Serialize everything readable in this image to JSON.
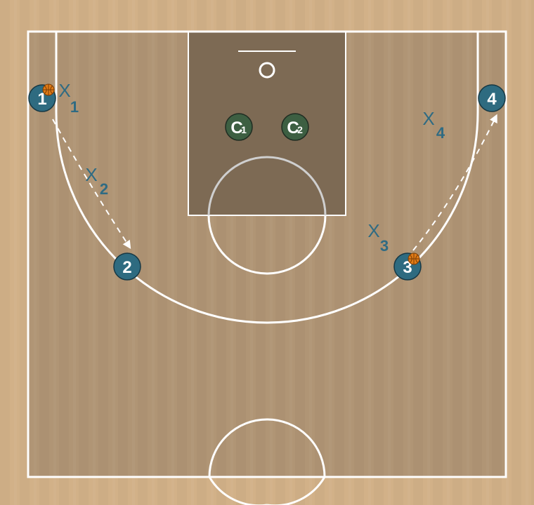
{
  "colors": {
    "outer_wood": "#d2b188",
    "court_wood": "#b09575",
    "paint": "#7d6a54",
    "lines": "#ffffff",
    "offense": "#2e6b80",
    "coach": "#3d5f42",
    "defense_text": "#2f6b83",
    "ball": "#e07b16"
  },
  "offense": [
    {
      "id": "p1",
      "label": "1",
      "has_ball": true
    },
    {
      "id": "p2",
      "label": "2",
      "has_ball": false
    },
    {
      "id": "p3",
      "label": "3",
      "has_ball": true
    },
    {
      "id": "p4",
      "label": "4",
      "has_ball": false
    }
  ],
  "coaches": [
    {
      "id": "c1",
      "label": "C",
      "sub": "1"
    },
    {
      "id": "c2",
      "label": "C",
      "sub": "2"
    }
  ],
  "defense": [
    {
      "id": "x1",
      "label": "X",
      "sub": "1"
    },
    {
      "id": "x2",
      "label": "X",
      "sub": "2"
    },
    {
      "id": "x3",
      "label": "X",
      "sub": "3"
    },
    {
      "id": "x4",
      "label": "X",
      "sub": "4"
    }
  ],
  "movements": [
    {
      "id": "m1",
      "from": "1",
      "to": "2",
      "style": "dashed"
    },
    {
      "id": "m2",
      "from": "3",
      "to": "4",
      "style": "dashed"
    }
  ]
}
